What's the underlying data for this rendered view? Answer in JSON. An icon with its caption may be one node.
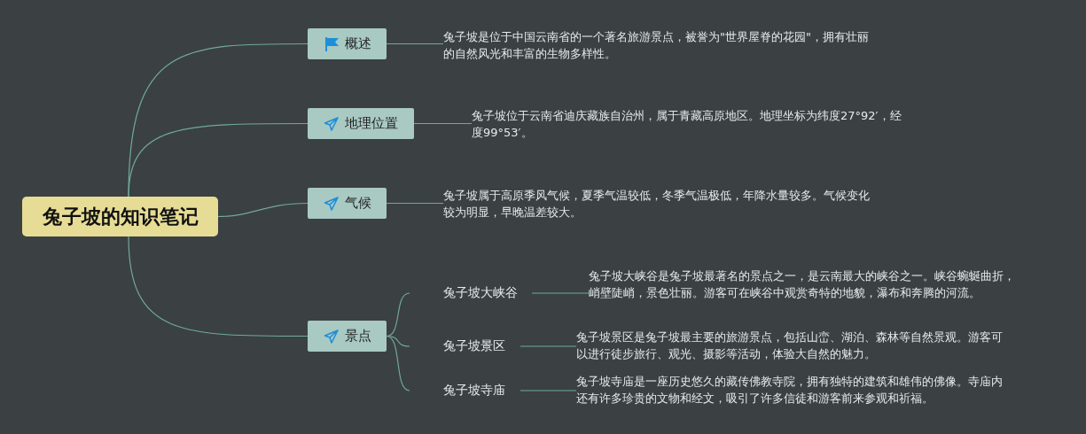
{
  "diagram": {
    "nodes": [
      {
        "text": [
          "兔子坡的知识笔记"
        ]
      },
      {
        "text": [
          "概述"
        ]
      },
      {
        "text": [
          "兔子坡是位于中国云南省的一个著名旅游景点，被誉为\"世界屋脊的花园\"，拥有壮丽的自然风光和丰富的生物多样性。"
        ]
      },
      {
        "text": [
          "地理位置"
        ]
      },
      {
        "text": [
          "兔子坡位于云南省迪庆藏族自治州，属于青藏高原地区。地理坐标为纬度27°92′，经度99°53′。"
        ]
      },
      {
        "text": [
          "气候"
        ]
      },
      {
        "text": [
          "兔子坡属于高原季风气候，夏季气温较低，冬季气温极低，年降水量较多。气候变化较为明显，早晚温差较大。"
        ]
      },
      {
        "text": [
          "景点"
        ]
      },
      {
        "text": [
          "兔子坡大峡谷"
        ]
      },
      {
        "text": [
          "兔子坡大峡谷是兔子坡最著名的景点之一，是云南最大的峡谷之一。峡谷蜿蜒曲折，峭壁陡峭，景色壮丽。游客可在峡谷中观赏奇特的地貌，瀑布和奔腾的河流。"
        ]
      },
      {
        "text": [
          "兔子坡景区"
        ]
      },
      {
        "text": [
          "兔子坡景区是兔子坡最主要的旅游景点，包括山峦、湖泊、森林等自然景观。游客可以进行徒步旅行、观光、摄影等活动，体验大自然的魅力。"
        ]
      },
      {
        "text": [
          "兔子坡寺庙"
        ]
      },
      {
        "text": [
          "兔子坡寺庙是一座历史悠久的藏传佛教寺院，拥有独特的建筑和雄伟的佛像。寺庙内还有许多珍贵的文物和经文，吸引了许多信徒和游客前来参观和祈福。"
        ]
      }
    ],
    "edges": [
      {
        "from": 0,
        "to": 1,
        "arrow": "none"
      },
      {
        "from": 1,
        "to": 2,
        "arrow": "none"
      },
      {
        "from": 0,
        "to": 3,
        "arrow": "none"
      },
      {
        "from": 3,
        "to": 4,
        "arrow": "none"
      },
      {
        "from": 0,
        "to": 5,
        "arrow": "none"
      },
      {
        "from": 5,
        "to": 6,
        "arrow": "none"
      },
      {
        "from": 0,
        "to": 7,
        "arrow": "none"
      },
      {
        "from": 7,
        "to": 8,
        "arrow": "none"
      },
      {
        "from": 8,
        "to": 9,
        "arrow": "none"
      },
      {
        "from": 7,
        "to": 10,
        "arrow": "none"
      },
      {
        "from": 10,
        "to": 11,
        "arrow": "none"
      },
      {
        "from": 7,
        "to": 12,
        "arrow": "none"
      },
      {
        "from": 12,
        "to": 13,
        "arrow": "none"
      }
    ]
  }
}
